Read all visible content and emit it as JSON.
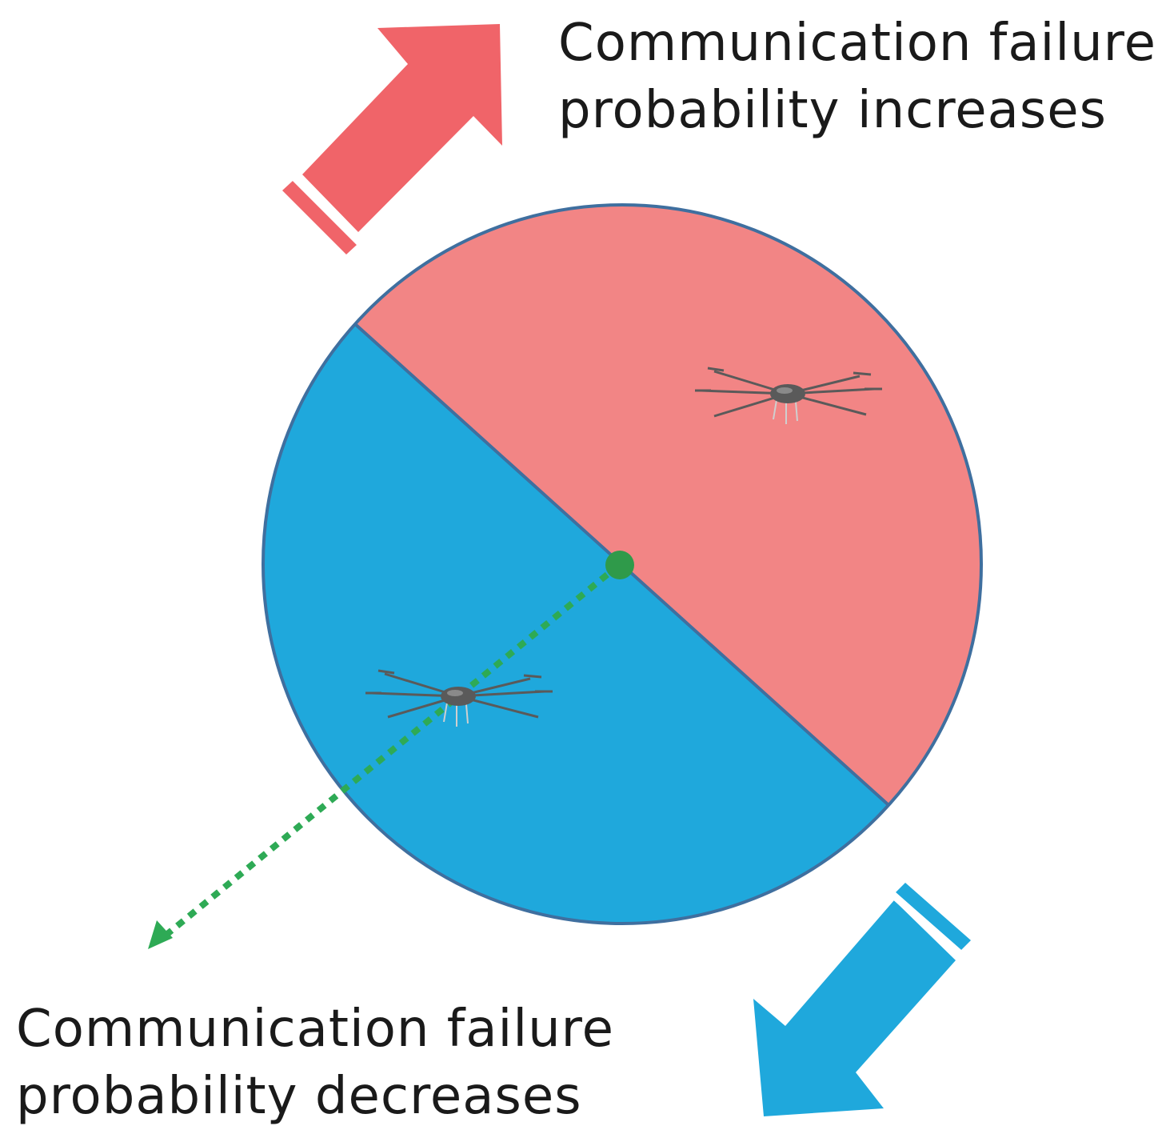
{
  "labels": {
    "top_line1": "Communication failure",
    "top_line2": "probability increases",
    "bottom_line1": "Communication failure",
    "bottom_line2": "probability decreases"
  },
  "colors": {
    "increase_region": "#f28585",
    "decrease_region": "#1fa8dc",
    "circle_outline": "#3f6f9f",
    "increase_arrow": "#f06469",
    "decrease_arrow": "#1fa8dc",
    "direction_line": "#2eaa55",
    "center_point": "#2f9a4a",
    "drone_body": "#5a5a5a"
  },
  "icons": {
    "drone_upper": "drone-icon",
    "drone_lower": "drone-icon"
  }
}
